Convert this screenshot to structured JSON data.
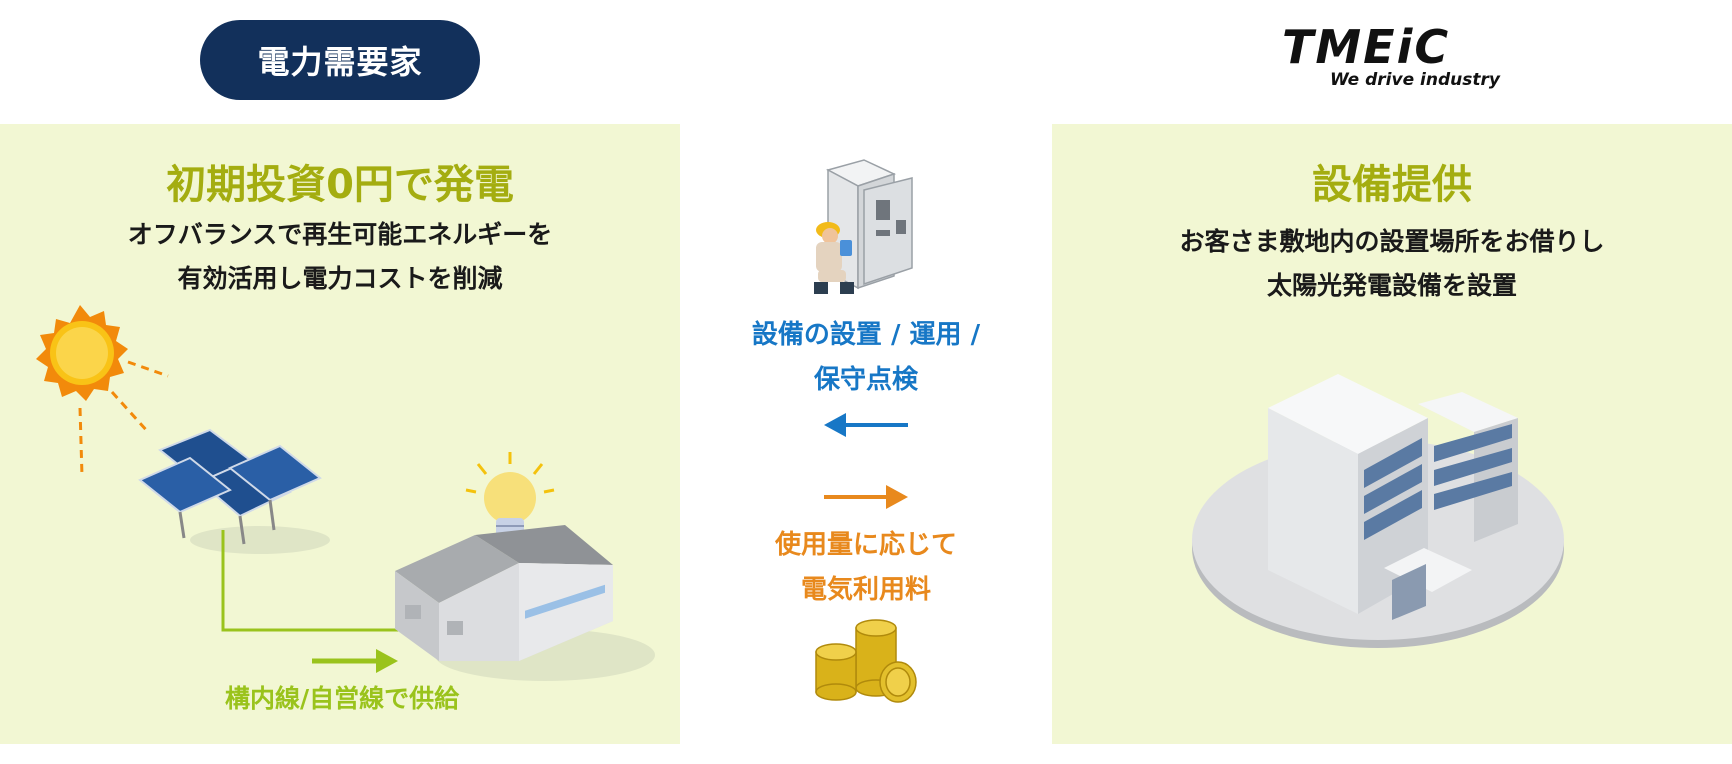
{
  "colors": {
    "panel_bg": "#f2f7d3",
    "navy": "#12305b",
    "olive": "#a4ad10",
    "blue": "#1777c6",
    "orange": "#e8891d",
    "green_line": "#9ac31c",
    "logo_red": "#e0001a"
  },
  "customer_pill": "電力需要家",
  "logo": {
    "wordmark": "TMEiC",
    "tagline": "We drive industry"
  },
  "left": {
    "heading": "初期投資0円で発電",
    "desc_line1": "オフバランスで再生可能エネルギーを",
    "desc_line2": "有効活用し電力コストを削減",
    "supply_label": "構内線/自営線で供給"
  },
  "middle": {
    "service_line1": "設備の設置 / 運用 /",
    "service_line2": "保守点検",
    "fee_line1": "使用量に応じて",
    "fee_line2": "電気利用料"
  },
  "right": {
    "heading": "設備提供",
    "desc_line1": "お客さま敷地内の設置場所をお借りし",
    "desc_line2": "太陽光発電設備を設置"
  },
  "icons": {
    "sun": "sun-icon",
    "solar": "solar-panel-icon",
    "bulb": "light-bulb-icon",
    "factory": "factory-icon",
    "worker": "technician-icon",
    "cabinet": "power-cabinet-icon",
    "coins": "coins-icon",
    "office": "office-building-icon"
  }
}
